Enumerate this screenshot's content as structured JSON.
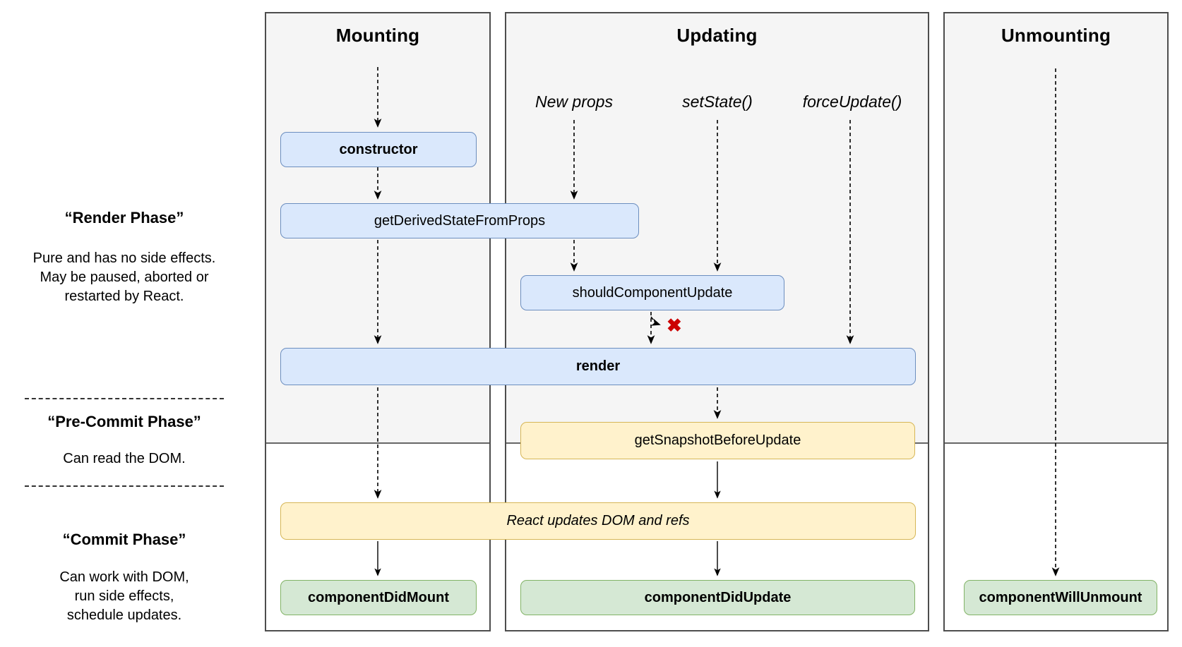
{
  "columns": [
    {
      "id": "mounting",
      "header": "Mounting"
    },
    {
      "id": "updating",
      "header": "Updating"
    },
    {
      "id": "unmounting",
      "header": "Unmounting"
    }
  ],
  "phases": [
    {
      "title": "“Render Phase”",
      "lines": [
        "Pure and has no side effects.",
        "May be paused, aborted or",
        "restarted by React."
      ]
    },
    {
      "title": "“Pre-Commit Phase”",
      "lines": [
        "Can read the DOM."
      ]
    },
    {
      "title": "“Commit Phase”",
      "lines": [
        "Can work with DOM,",
        "run side effects,",
        "schedule updates."
      ]
    }
  ],
  "events": [
    {
      "label": "New props"
    },
    {
      "label": "setState()"
    },
    {
      "label": "forceUpdate()"
    }
  ],
  "nodes": {
    "constructor": {
      "label": "constructor"
    },
    "get_derived_state_from_props": {
      "label": "getDerivedStateFromProps"
    },
    "should_component_update": {
      "label": "shouldComponentUpdate"
    },
    "render": {
      "label": "render"
    },
    "get_snapshot_before_update": {
      "label": "getSnapshotBeforeUpdate"
    },
    "react_updates_dom": {
      "label": "React updates DOM and refs"
    },
    "component_did_mount": {
      "label": "componentDidMount"
    },
    "component_did_update": {
      "label": "componentDidUpdate"
    },
    "component_will_unmount": {
      "label": "componentWillUnmount"
    }
  },
  "icons": {
    "skip_render_x": "✖"
  },
  "colors": {
    "lifecycle_method_fill": "#dae8fc",
    "lifecycle_method_border": "#6c8ebf",
    "dom_phase_fill": "#fff2cc",
    "dom_phase_border": "#d6b656",
    "commit_method_fill": "#d5e8d4",
    "commit_method_border": "#82b366",
    "panel_background": "#f5f5f5",
    "skip_marker": "#cc0000"
  }
}
